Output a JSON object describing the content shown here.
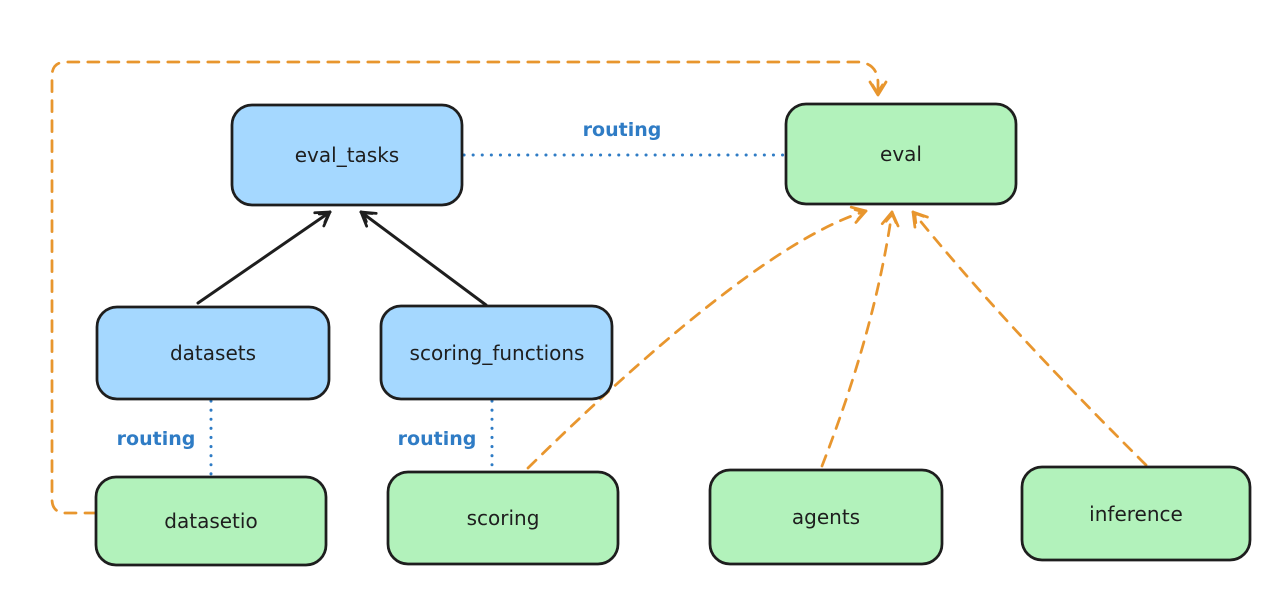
{
  "colors": {
    "ink": "#1e1e1e",
    "blue-fill": "#a5d8ff",
    "green-fill": "#b2f2bb",
    "routing-blue": "#2f7cc5",
    "orange": "#e8962e",
    "background": "#ffffff"
  },
  "nodes": {
    "eval_tasks": {
      "label": "eval_tasks",
      "fill": "#a5d8ff"
    },
    "eval": {
      "label": "eval",
      "fill": "#b2f2bb"
    },
    "datasets": {
      "label": "datasets",
      "fill": "#a5d8ff"
    },
    "scoring_functions": {
      "label": "scoring_functions",
      "fill": "#a5d8ff"
    },
    "datasetio": {
      "label": "datasetio",
      "fill": "#b2f2bb"
    },
    "scoring": {
      "label": "scoring",
      "fill": "#b2f2bb"
    },
    "agents": {
      "label": "agents",
      "fill": "#b2f2bb"
    },
    "inference": {
      "label": "inference",
      "fill": "#b2f2bb"
    }
  },
  "edges": [
    {
      "from": "datasets",
      "to": "eval_tasks",
      "style": "solid-black-arrow",
      "label": ""
    },
    {
      "from": "scoring_functions",
      "to": "eval_tasks",
      "style": "solid-black-arrow",
      "label": ""
    },
    {
      "from": "eval_tasks",
      "to": "eval",
      "style": "dotted-blue",
      "label": "routing"
    },
    {
      "from": "datasets",
      "to": "datasetio",
      "style": "dotted-blue",
      "label": "routing"
    },
    {
      "from": "scoring_functions",
      "to": "scoring",
      "style": "dotted-blue",
      "label": "routing"
    },
    {
      "from": "datasetio",
      "to": "eval",
      "style": "dashed-orange-arrow",
      "label": ""
    },
    {
      "from": "scoring",
      "to": "eval",
      "style": "dashed-orange-arrow",
      "label": ""
    },
    {
      "from": "agents",
      "to": "eval",
      "style": "dashed-orange-arrow",
      "label": ""
    },
    {
      "from": "inference",
      "to": "eval",
      "style": "dashed-orange-arrow",
      "label": ""
    }
  ]
}
